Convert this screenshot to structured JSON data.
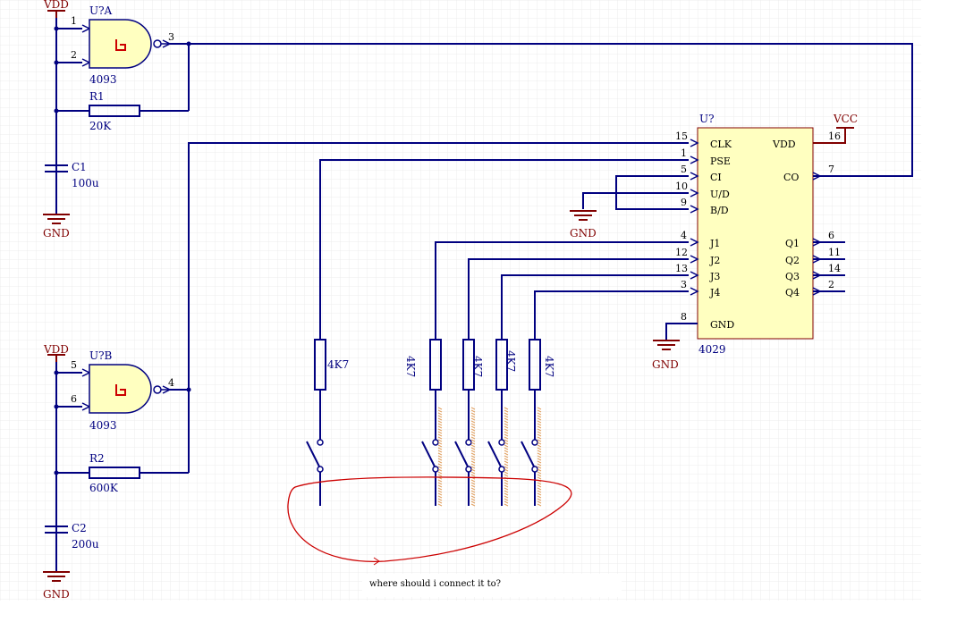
{
  "labels": {
    "vdd": "VDD",
    "vcc": "VCC",
    "gnd": "GND",
    "gateA": "U?A",
    "gateB": "U?B",
    "gateAPart": "4093",
    "gateBPart": "4093",
    "counterRef": "U?",
    "counterPart": "4029",
    "r1": "R1",
    "r1Val": "20K",
    "r2": "R2",
    "r2Val": "600K",
    "c1": "C1",
    "c1Val": "100u",
    "c2": "C2",
    "c2Val": "200u",
    "rk": "4K7"
  },
  "gatePins": {
    "a1": "1",
    "a2": "2",
    "a3": "3",
    "b5": "5",
    "b6": "6",
    "b4": "4"
  },
  "counter": {
    "left": [
      {
        "num": "15",
        "name": "CLK"
      },
      {
        "num": "1",
        "name": "PSE"
      },
      {
        "num": "5",
        "name": "CI"
      },
      {
        "num": "10",
        "name": "U/D"
      },
      {
        "num": "9",
        "name": "B/D"
      },
      {
        "num": "4",
        "name": "J1"
      },
      {
        "num": "12",
        "name": "J2"
      },
      {
        "num": "13",
        "name": "J3"
      },
      {
        "num": "3",
        "name": "J4"
      },
      {
        "num": "8",
        "name": "GND"
      }
    ],
    "right": [
      {
        "num": "16",
        "name": "VDD"
      },
      {
        "num": "7",
        "name": "CO"
      },
      {
        "num": "6",
        "name": "Q1"
      },
      {
        "num": "11",
        "name": "Q2"
      },
      {
        "num": "14",
        "name": "Q3"
      },
      {
        "num": "2",
        "name": "Q4"
      }
    ]
  },
  "note": "where should i connect it to?",
  "colors": {
    "wire": "#000080",
    "power": "#800000",
    "chip": "#ffffc0",
    "grid": "#e6e6e6",
    "annotation": "#cc0000",
    "hatch": "#e0a060"
  }
}
